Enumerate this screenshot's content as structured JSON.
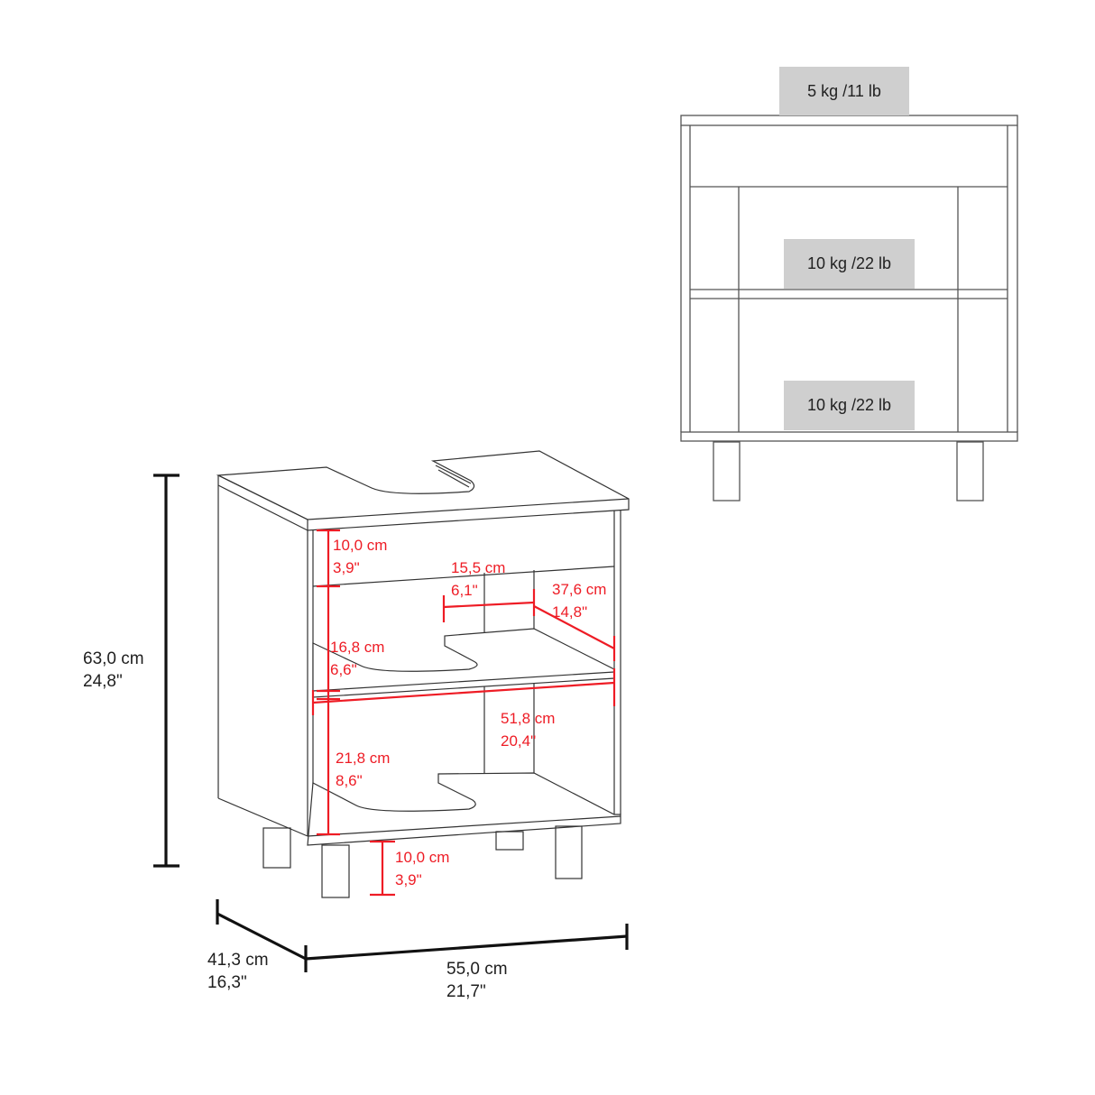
{
  "front_view": {
    "weight_labels": [
      {
        "text": "5 kg /11 lb",
        "position": "top"
      },
      {
        "text": "10 kg /22 lb",
        "position": "middle-shelf"
      },
      {
        "text": "10 kg /22 lb",
        "position": "bottom-shelf"
      }
    ]
  },
  "perspective_view": {
    "overall": {
      "height": {
        "cm": "63,0 cm",
        "in": "24,8\""
      },
      "depth": {
        "cm": "41,3 cm",
        "in": "16,3\""
      },
      "width": {
        "cm": "55,0 cm",
        "in": "21,7\""
      }
    },
    "internal": {
      "top_opening": {
        "cm": "10,0 cm",
        "in": "3,9\""
      },
      "divider_gap": {
        "cm": "15,5 cm",
        "in": "6,1\""
      },
      "shelf_depth": {
        "cm": "37,6 cm",
        "in": "14,8\""
      },
      "middle_opening": {
        "cm": "16,8 cm",
        "in": "6,6\""
      },
      "inner_width": {
        "cm": "51,8 cm",
        "in": "20,4\""
      },
      "bottom_opening": {
        "cm": "21,8 cm",
        "in": "8,6\""
      },
      "leg_height": {
        "cm": "10,0 cm",
        "in": "3,9\""
      }
    }
  },
  "colors": {
    "line": "#333333",
    "dimension_black": "#111111",
    "dimension_red": "#ee1c25",
    "label_bg": "#cfcfcf"
  }
}
